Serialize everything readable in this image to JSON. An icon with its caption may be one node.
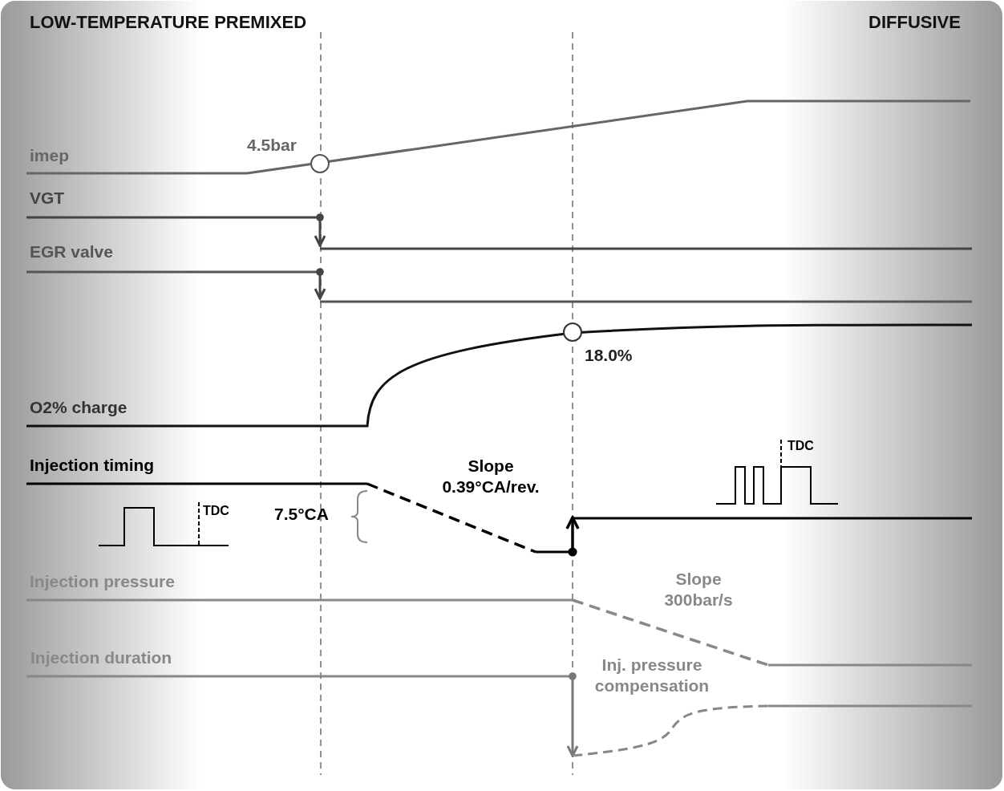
{
  "diagram": {
    "labels": [
      "LOW-TEMPERATURE PREMIXED",
      "DIFFUSIVE",
      "4.5bar",
      "imep",
      "VGT",
      "EGR valve",
      "18.0%",
      "O2% charge",
      "TDC",
      "Injection timing",
      "Slope 0.39°CA/rev.",
      "TDC",
      "7.5°CA",
      "Injection pressure",
      "Slope 300bar/s",
      "Injection duration",
      "Inj. pressure compensation"
    ]
  }
}
